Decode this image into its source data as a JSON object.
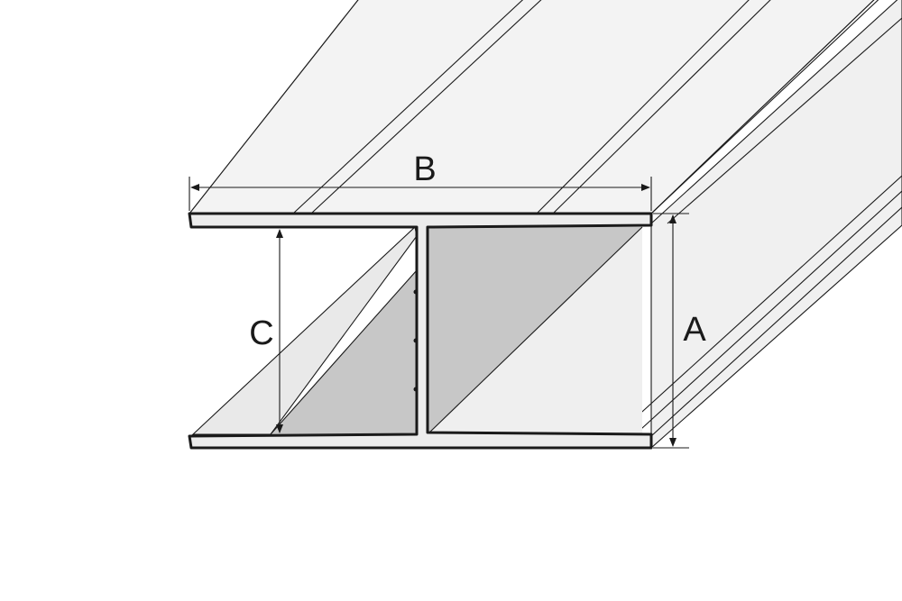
{
  "dimensions": {
    "width_label": "B",
    "height_label": "A",
    "inner_height_label": "C"
  },
  "colors": {
    "outline": "#1a1a1a",
    "profile_face": "#ececec",
    "top_surface": "#f3f3f3",
    "web_shadow": "#c7c7c7",
    "flange_face": "#e2e2e2",
    "dimension_line": "#1a1a1a",
    "background": "#ffffff"
  }
}
